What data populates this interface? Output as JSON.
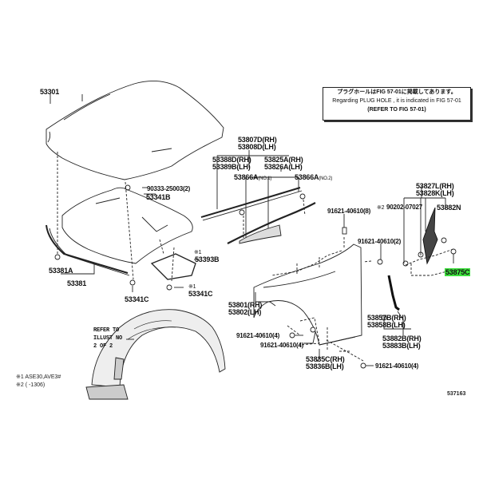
{
  "note_box": {
    "line1": "プラグホールはFIG 57-01に掲載してあります。",
    "line2": "Regarding PLUG HOLE , it is indicated in FIG 57-01",
    "line3": "(REFER TO FIG 57-01)"
  },
  "labels": {
    "hood": "53301",
    "hood_bolt": "90333-25003(2)",
    "hood_insulator": "53341B",
    "seal_clip": "53381A",
    "seal": "53381",
    "retainer_left": "53341C",
    "retainer_right": "53341C",
    "retainer_right_mark": "※1",
    "cover": "53393B",
    "cover_mark": "※1",
    "cowl_seal": "53807D(RH)",
    "cowl_seal_lh": "53808D(LH)",
    "seal_a": "53388D(RH)",
    "seal_a_lh": "53389B(LH)",
    "seal_b": "53825A(RH)",
    "seal_b_lh": "53826A(LH)",
    "clip_no1": "53866A",
    "clip_no1_suffix": "(NO.1)",
    "clip_no2": "53866A",
    "clip_no2_suffix": "(NO.2)",
    "bolt_top": "91621-40610(8)",
    "bolt_side": "91621-40610(2)",
    "bracket": "53827L(RH)",
    "bracket_lh": "53828K(LH)",
    "screw": "90202-07027",
    "screw_mark": "※2",
    "clip_n": "53882N",
    "clip_c": "53875C",
    "fender": "53801(RH)",
    "fender_lh": "53802(LH)",
    "bolt_front_a": "91621-40610(4)",
    "bolt_front_b": "91621-40610(4)",
    "seal_rear": "53857B(RH)",
    "seal_rear_lh": "53858B(LH)",
    "seal_rear2": "53882B(RH)",
    "seal_rear2_lh": "53883B(LH)",
    "bracket_low": "53835C(RH)",
    "bracket_low_lh": "53836B(LH)",
    "bolt_bottom": "91621-40610(4)",
    "refer_line1": "REFER TO",
    "refer_line2": "ILLUST NO",
    "refer_line3": "2 OF 2"
  },
  "footnotes": {
    "note1": "※1 ASE30,AVE3#",
    "note2": "※2 (      -1306)"
  },
  "figure_code": "537163",
  "highlight_color": "#3ee03e"
}
